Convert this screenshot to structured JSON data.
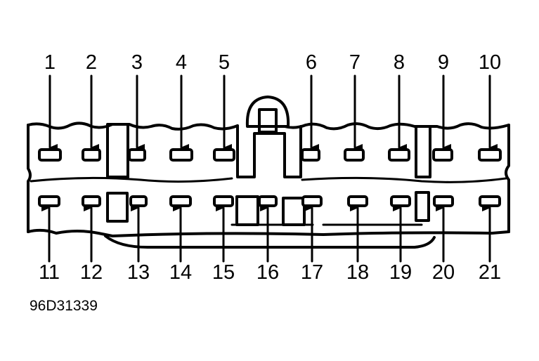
{
  "figure_id": "96D31339",
  "top_pins": [
    "1",
    "2",
    "3",
    "4",
    "5",
    "6",
    "7",
    "8",
    "9",
    "10"
  ],
  "bottom_pins": [
    "11",
    "12",
    "13",
    "14",
    "15",
    "16",
    "17",
    "18",
    "19",
    "20",
    "21"
  ],
  "colors": {
    "ink": "#000000",
    "background": "#ffffff"
  }
}
